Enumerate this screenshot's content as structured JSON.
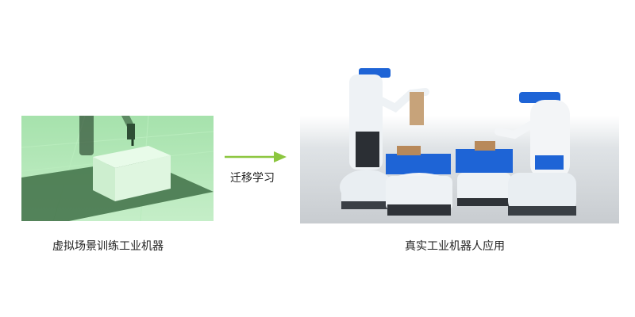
{
  "diagram": {
    "left_caption": "虚拟场景训练工业机器",
    "right_caption": "真实工业机器人应用",
    "arrow_label": "迁移学习",
    "colors": {
      "sim_background": "#9fe0a6",
      "sim_floor_shadow": "#3e6e45",
      "arrow": "#8cc63f",
      "robot_base": "#e9eef2",
      "bin": "#1e64d6"
    }
  }
}
